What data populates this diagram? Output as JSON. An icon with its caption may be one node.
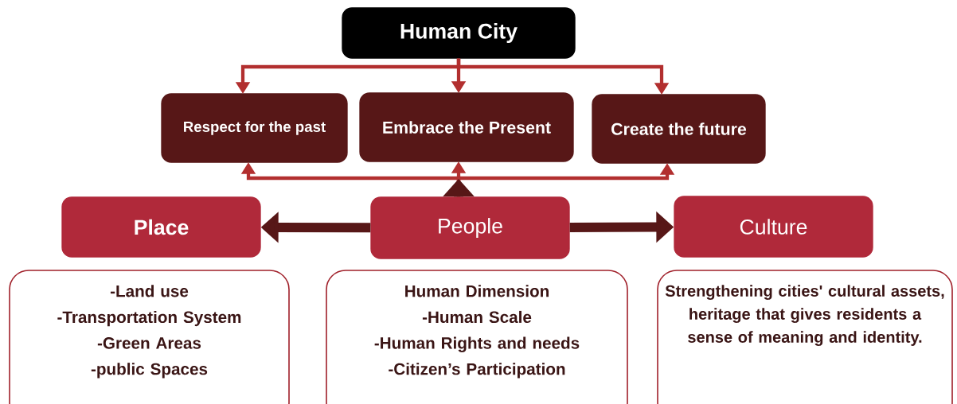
{
  "diagram": {
    "nodes": [
      {
        "text": [
          "Human City"
        ]
      },
      {
        "text": [
          "Respect for the past"
        ]
      },
      {
        "text": [
          "Embrace the Present"
        ]
      },
      {
        "text": [
          "Create the future"
        ]
      },
      {
        "text": [
          "Place"
        ]
      },
      {
        "text": [
          "People"
        ]
      },
      {
        "text": [
          "Culture"
        ]
      },
      {
        "text": [
          "-Land use",
          "-Transportation System",
          "-Green Areas",
          "-public Spaces"
        ]
      },
      {
        "text": [
          "Human Dimension",
          "-Human Scale",
          "-Human Rights and needs",
          "-Citizen’s Participation"
        ]
      },
      {
        "text": [
          "Strengthening cities' cultural assets, heritage that gives residents a sense of meaning and identity."
        ]
      }
    ],
    "edges": [
      {
        "from": 0,
        "to": 1,
        "arrow": "to"
      },
      {
        "from": 0,
        "to": 2,
        "arrow": "to"
      },
      {
        "from": 0,
        "to": 3,
        "arrow": "to"
      },
      {
        "from": 5,
        "to": 1,
        "arrow": "to"
      },
      {
        "from": 5,
        "to": 2,
        "arrow": "to"
      },
      {
        "from": 5,
        "to": 3,
        "arrow": "to"
      },
      {
        "from": 5,
        "to": 4,
        "arrow": "to",
        "style": "thick",
        "color": "#571717"
      },
      {
        "from": 5,
        "to": 6,
        "arrow": "to",
        "style": "thick",
        "color": "#571717"
      }
    ]
  }
}
